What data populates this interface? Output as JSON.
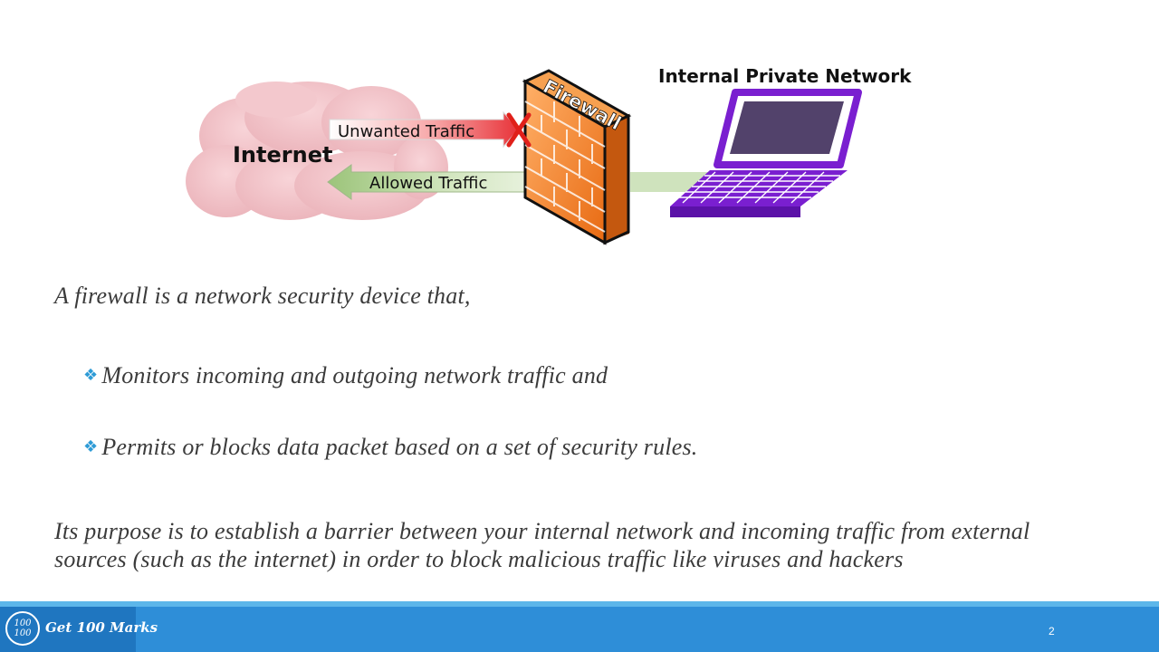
{
  "diagram": {
    "network_label": "Internal Private Network",
    "internet_label": "Internet",
    "firewall_label": "Firewall",
    "unwanted_label": "Unwanted Traffic",
    "allowed_label": "Allowed Traffic",
    "colors": {
      "cloud": "#f2c6cc",
      "firewall": "#f08a2e",
      "laptop": "#7a1fd0",
      "screen": "#52426b",
      "unwanted_arrow": "#e8343a",
      "allowed_arrow": "#b8d59a",
      "block_mark": "#e0201a"
    },
    "icons": [
      "cloud-icon",
      "firewall-wall-icon",
      "laptop-icon",
      "blocked-x-icon"
    ]
  },
  "content": {
    "intro": "A firewall is a network security device that,",
    "bullet_glyph": "❖",
    "bullets": [
      "Monitors incoming and outgoing network traffic and",
      "Permits or blocks data packet based on a set of security rules."
    ],
    "purpose_line1": "Its purpose is to establish a barrier between your internal network and incoming traffic from external",
    "purpose_line2": "sources (such as the internet) in order to block malicious traffic like viruses and hackers"
  },
  "footer": {
    "logo_badge_top": "100",
    "logo_badge_bottom": "100",
    "logo_text": "Get 100 Marks",
    "page_number": "2",
    "colors": {
      "bar": "#2e8ed8",
      "logo_block": "#1f76c0"
    }
  }
}
